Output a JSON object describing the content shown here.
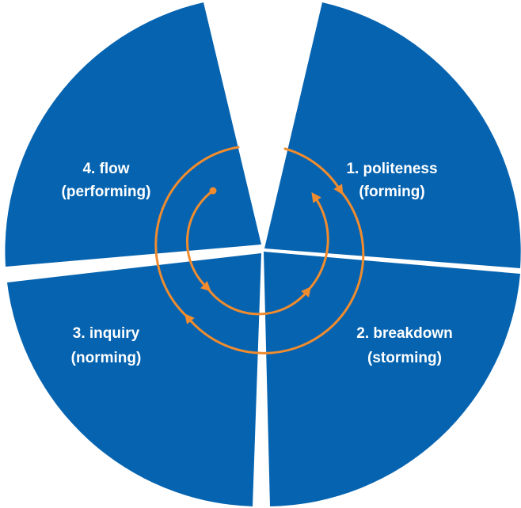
{
  "colors": {
    "segment_fill": "#0563B0",
    "gap": "#ffffff",
    "cycle_arrow": "#F08C2E",
    "label_text": "#ffffff"
  },
  "segments": [
    {
      "stage": "1. politeness",
      "phase": "(forming)"
    },
    {
      "stage": "2. breakdown",
      "phase": "(storming)"
    },
    {
      "stage": "3. inquiry",
      "phase": "(norming)"
    },
    {
      "stage": "4. flow",
      "phase": "(performing)"
    }
  ],
  "cycle": {
    "shape": "spiral",
    "direction": "clockwise",
    "loops": 2
  }
}
